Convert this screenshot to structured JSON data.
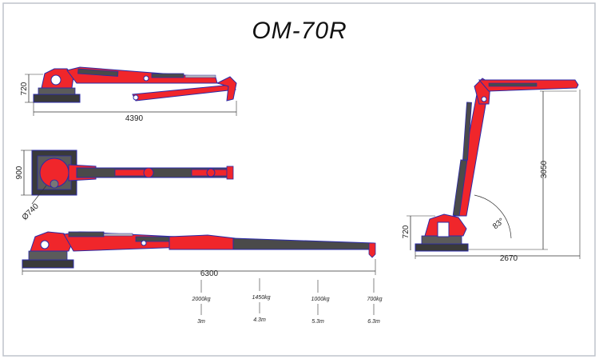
{
  "title": "OM-70R",
  "colors": {
    "boom_red": "#f0262b",
    "boom_outline": "#2b2ba8",
    "cylinder_gray": "#4a4a4a",
    "dimension_line": "#333333",
    "frame_border": "#bfc4cc"
  },
  "dimensions": {
    "folded_height": "720",
    "folded_length": "4390",
    "base_width": "900",
    "slew_diameter": "Ø740",
    "extended_length": "6300",
    "raised_base_height": "720",
    "raised_height": "3050",
    "raised_reach": "2670",
    "boom_angle": "83°"
  },
  "load_chart": [
    {
      "load": "2000kg",
      "reach": "3m"
    },
    {
      "load": "1450kg",
      "reach": "4.3m"
    },
    {
      "load": "1000kg",
      "reach": "5.3m"
    },
    {
      "load": "700kg",
      "reach": "6.3m"
    }
  ]
}
